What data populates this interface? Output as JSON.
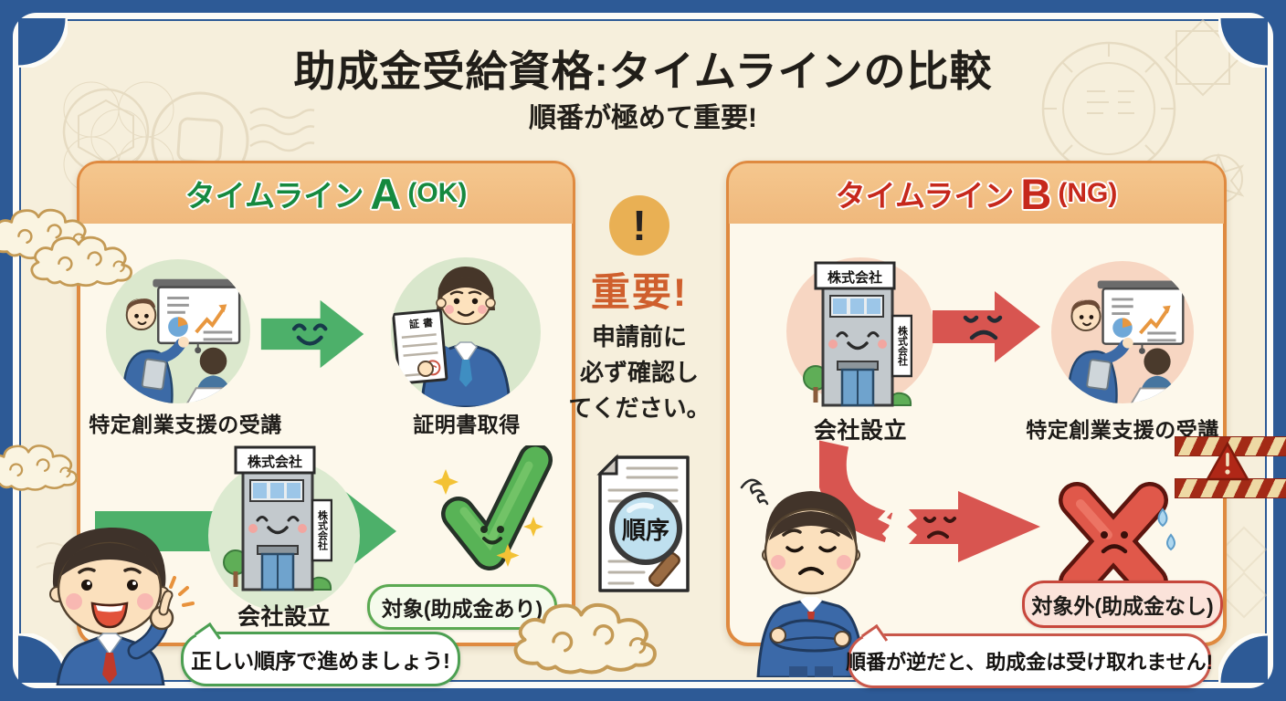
{
  "page": {
    "title": "助成金受給資格:タイムラインの比較",
    "subtitle": "順番が極めて重要!"
  },
  "timeline_a": {
    "header": {
      "prefix": "タイムライン",
      "letter": "A",
      "verdict": "(OK)"
    },
    "steps": [
      {
        "label": "特定創業支援の受講"
      },
      {
        "label": "証明書取得"
      },
      {
        "label": "会社設立"
      }
    ],
    "badge": "対象(助成金あり)",
    "bubble": "正しい順序で進めましょう!"
  },
  "timeline_b": {
    "header": {
      "prefix": "タイムライン",
      "letter": "B",
      "verdict": "(NG)"
    },
    "steps": [
      {
        "label": "会社設立"
      },
      {
        "label": "特定創業支援の受講"
      }
    ],
    "badge": "対象外(助成金なし)",
    "bubble": "順番が逆だと、助成金は受け取れません!"
  },
  "center": {
    "exclamation": "!",
    "important": "重要!",
    "note_lines": [
      "申請前に",
      "必ず確認し",
      "てください。"
    ],
    "doc_label": "順序"
  },
  "art": {
    "company_sign": "株式会社",
    "certificate_title": "証書"
  },
  "colors": {
    "frame_blue": "#2d5a96",
    "cream_bg": "#f6efdc",
    "panel_bg": "#fdf8eb",
    "panel_border": "#df8a40",
    "ok_green": "#15893f",
    "ng_red": "#c6281c",
    "arrow_green": "#4db06a",
    "arrow_red": "#d85550",
    "important_orange": "#cf5f2d",
    "alert_circle": "#e9b054",
    "check_green": "#58b356",
    "cross_red": "#e0584a"
  }
}
